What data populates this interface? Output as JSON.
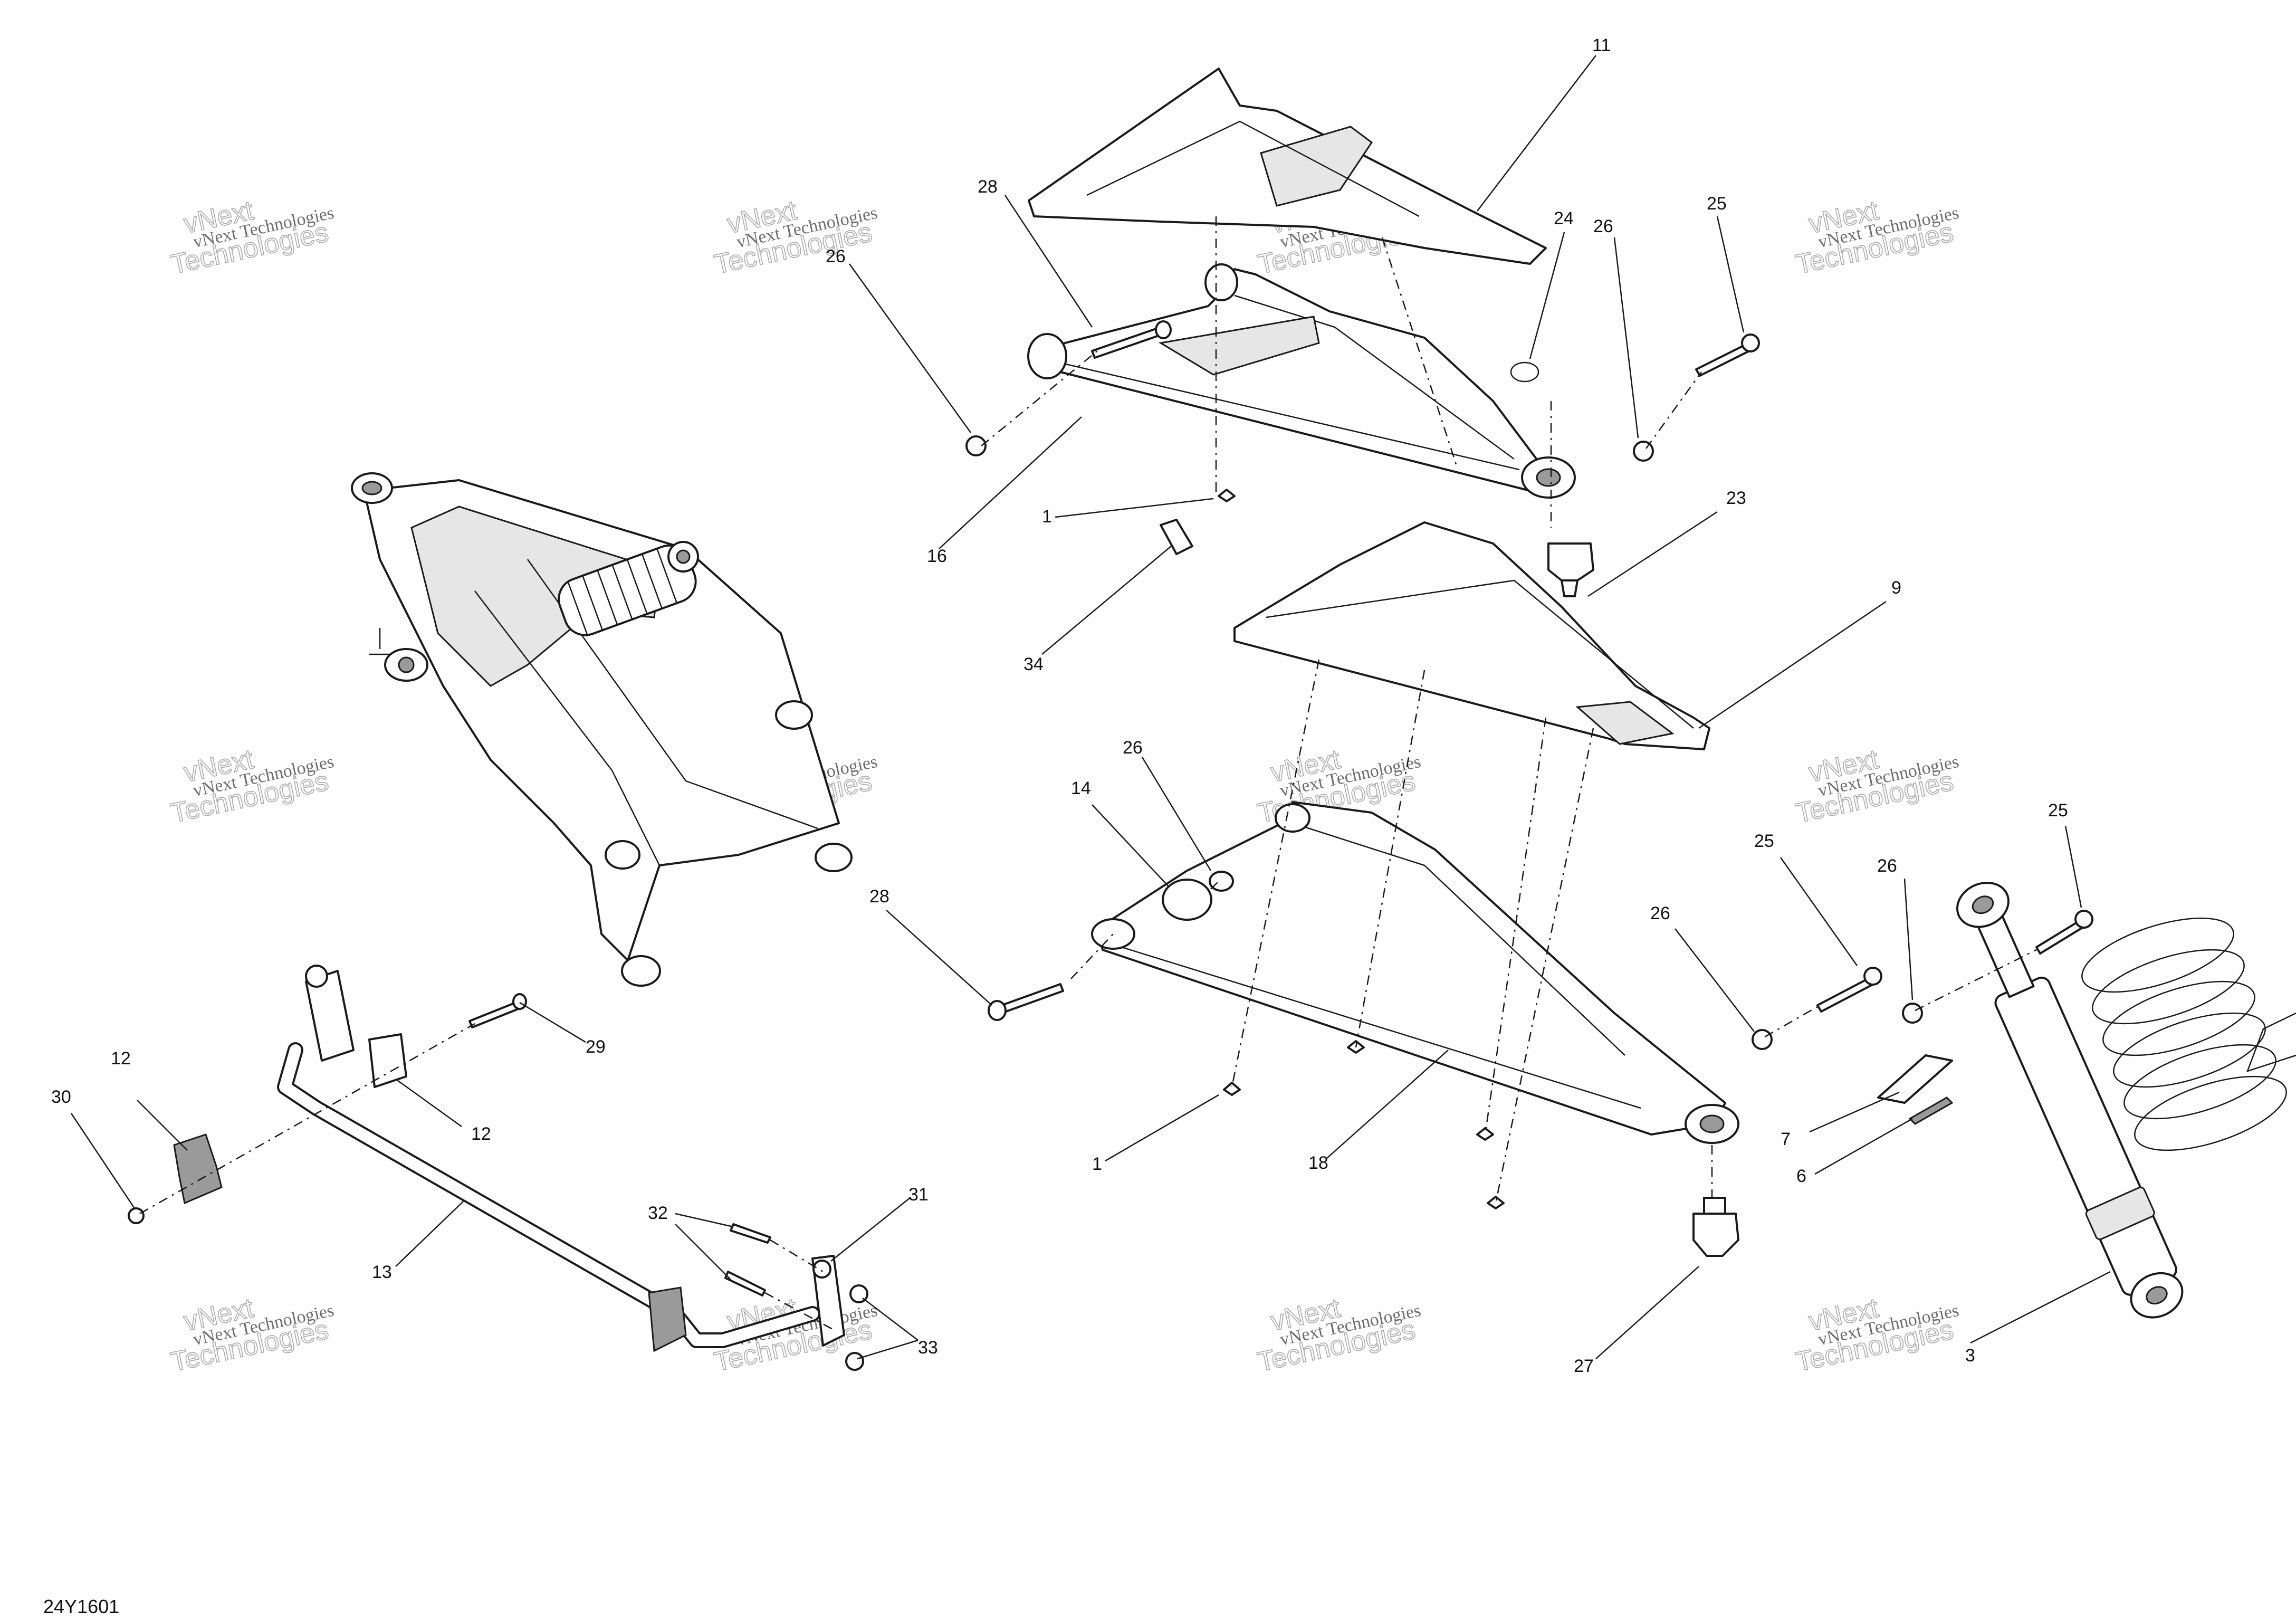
{
  "diagram": {
    "drawing_number": "24Y1601",
    "watermark": {
      "line1": "vNext",
      "line2": "vNext Technologies",
      "line3": "Technologies"
    },
    "callouts": [
      {
        "id": "c11",
        "label": "11"
      },
      {
        "id": "c28a",
        "label": "28"
      },
      {
        "id": "c26a",
        "label": "26"
      },
      {
        "id": "c24",
        "label": "24"
      },
      {
        "id": "c26b",
        "label": "26"
      },
      {
        "id": "c25a",
        "label": "25"
      },
      {
        "id": "c1a",
        "label": "1"
      },
      {
        "id": "c16",
        "label": "16"
      },
      {
        "id": "c23",
        "label": "23"
      },
      {
        "id": "c9",
        "label": "9"
      },
      {
        "id": "c34",
        "label": "34"
      },
      {
        "id": "c26c",
        "label": "26"
      },
      {
        "id": "c14",
        "label": "14"
      },
      {
        "id": "c28b",
        "label": "28"
      },
      {
        "id": "c25b",
        "label": "25"
      },
      {
        "id": "c26d",
        "label": "26"
      },
      {
        "id": "c26e",
        "label": "26"
      },
      {
        "id": "c25c",
        "label": "25"
      },
      {
        "id": "c29",
        "label": "29"
      },
      {
        "id": "c12a",
        "label": "12"
      },
      {
        "id": "c12b",
        "label": "12"
      },
      {
        "id": "c30",
        "label": "30"
      },
      {
        "id": "c7",
        "label": "7"
      },
      {
        "id": "c6",
        "label": "6"
      },
      {
        "id": "c1b",
        "label": "1"
      },
      {
        "id": "c18",
        "label": "18"
      },
      {
        "id": "c32",
        "label": "32"
      },
      {
        "id": "c31",
        "label": "31"
      },
      {
        "id": "c13",
        "label": "13"
      },
      {
        "id": "c33",
        "label": "33"
      },
      {
        "id": "c27",
        "label": "27"
      },
      {
        "id": "c3",
        "label": "3"
      }
    ]
  }
}
